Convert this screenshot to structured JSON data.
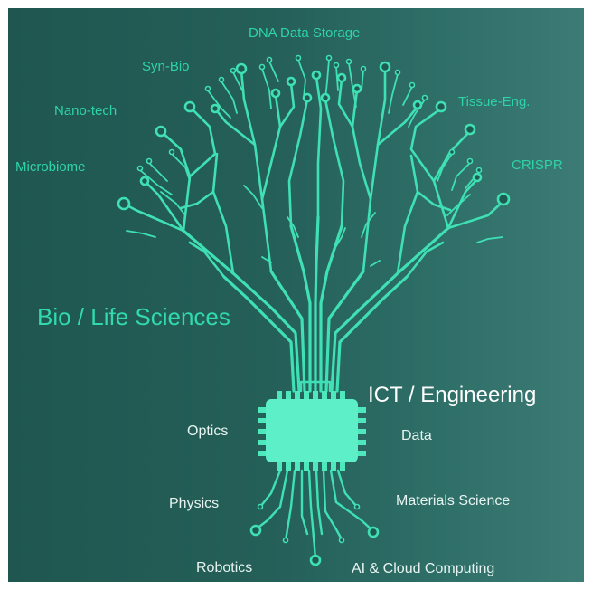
{
  "diagram": {
    "bio_heading": "Bio / Life Sciences",
    "ict_heading": "ICT / Engineering",
    "bio_labels": {
      "dna": "DNA Data Storage",
      "synbio": "Syn-Bio",
      "nanotech": "Nano-tech",
      "microbiome": "Microbiome",
      "tissue": "Tissue-Eng.",
      "crispr": "CRISPR"
    },
    "ict_labels": {
      "optics": "Optics",
      "data": "Data",
      "physics": "Physics",
      "materials": "Materials Science",
      "robotics": "Robotics",
      "ai": "AI & Cloud Computing"
    },
    "colors": {
      "background_left": "#1f5750",
      "background_right": "#3d7b75",
      "circuit": "#3fe0b4",
      "chip": "#4ee8bd",
      "bio_text": "#2fd3a8",
      "ict_text": "#ffffff"
    }
  }
}
